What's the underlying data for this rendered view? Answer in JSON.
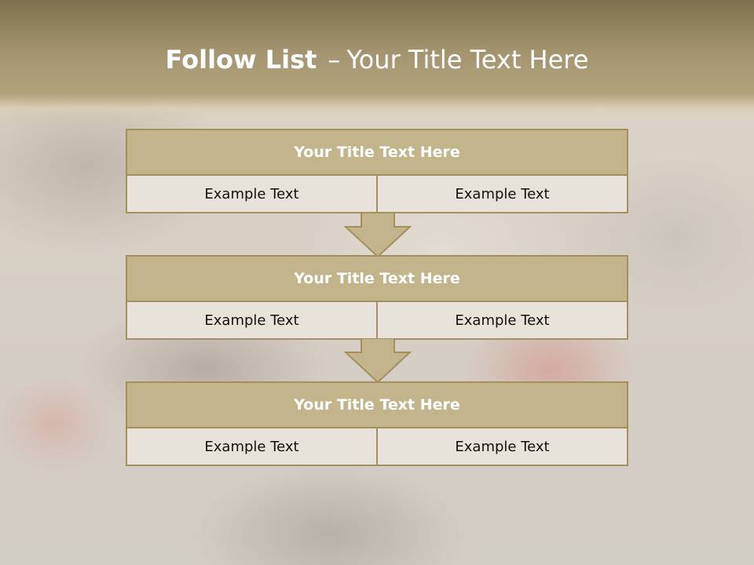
{
  "slide": {
    "title_bold": "Follow List",
    "title_dash": "–",
    "title_rest": "Your Title Text Here"
  },
  "blocks": [
    {
      "heading": "Your Title Text Here",
      "left_text": "Example Text",
      "right_text": "Example Text"
    },
    {
      "heading": "Your Title Text Here",
      "left_text": "Example Text",
      "right_text": "Example Text"
    },
    {
      "heading": "Your Title Text Here",
      "left_text": "Example Text",
      "right_text": "Example Text"
    }
  ],
  "colors": {
    "header_band": "#a49470",
    "block_header": "#c4b48c",
    "block_border": "#a4905e",
    "block_cell": "#e8e3da",
    "arrow_fill": "#c4b48c"
  },
  "icons": [
    "down-arrow-icon",
    "down-arrow-icon"
  ]
}
